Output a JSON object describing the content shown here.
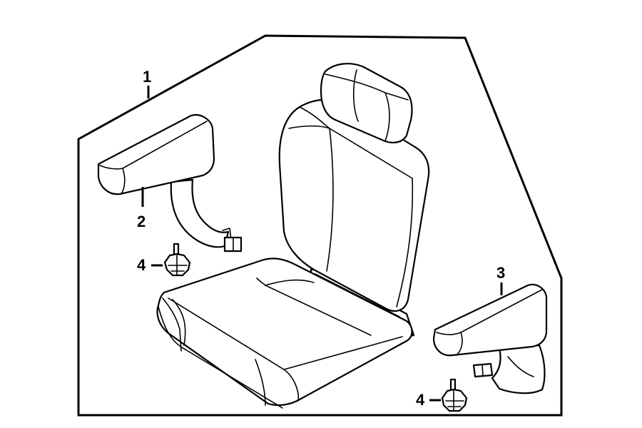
{
  "callouts": {
    "seat_assembly": "1",
    "left_armrest": "2",
    "right_armrest": "3",
    "knob_left": "4",
    "knob_right": "4"
  },
  "colors": {
    "line": "#000000",
    "background": "#ffffff"
  }
}
